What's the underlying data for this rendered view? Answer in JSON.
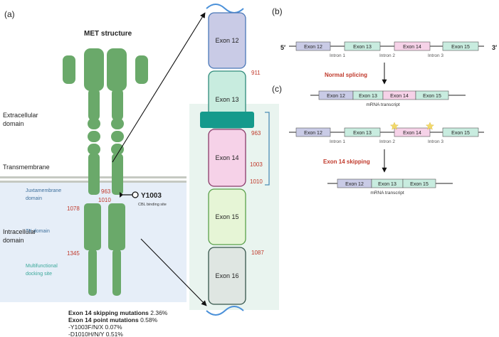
{
  "panels": {
    "a": "(a)",
    "b": "(b)",
    "c": "(c)"
  },
  "met": {
    "title": "MET structure",
    "regions": {
      "extracellular": [
        "Extracellular",
        "domain"
      ],
      "transmembrane": "Transmembrane",
      "intracellular": [
        "Intracellular",
        "domain"
      ]
    },
    "subdomains": {
      "juxtamembrane": [
        "Juxtamembrane",
        "domain"
      ],
      "tk": "TK domain",
      "docking": [
        "Multifunctional",
        "docking site"
      ]
    },
    "residues": {
      "r963": "963",
      "r1010": "1010",
      "r1078": "1078",
      "r1345": "1345"
    },
    "site": {
      "label": "Y1003",
      "caption": "CBL binding site"
    }
  },
  "exon_column": {
    "exons": [
      "Exon 12",
      "Exon 13",
      "Exon 14",
      "Exon 15",
      "Exon 16"
    ],
    "numbers": {
      "n911": "911",
      "n963": "963",
      "n1003": "1003",
      "n1010": "1010",
      "n1087": "1087"
    }
  },
  "mutations": {
    "line1_bold": "Exon 14 skipping mutations",
    "line1_value": " 2.36%",
    "line2_bold": "Exon 14 point mutations",
    "line2_value": " 0.58%",
    "line3": "-Y1003F/N/X 0.07%",
    "line4": "-D1010H/N/Y 0.51%"
  },
  "panel_b": {
    "prime5": "5′",
    "prime3": "3′",
    "exons": [
      "Exon 12",
      "Exon 13",
      "Exon 14",
      "Exon 15"
    ],
    "introns": [
      "Intron 1",
      "Intron 2",
      "Intron 3"
    ],
    "arrow_label": "Normal splicing",
    "mrna_exons": [
      "Exon 12",
      "Exon 13",
      "Exon 14",
      "Exon 15"
    ],
    "mrna_label": "mRNA transcript"
  },
  "panel_c": {
    "exons": [
      "Exon 12",
      "Exon 13",
      "Exon 14",
      "Exon 15"
    ],
    "introns": [
      "Intron 1",
      "Intron 2",
      "Intron 3"
    ],
    "arrow_label": "Exon 14 skipping",
    "mrna_exons": [
      "Exon 12",
      "Exon 13",
      "Exon 15"
    ],
    "mrna_label": "mRNA transcript"
  },
  "colors": {
    "protein": "#6aa96a",
    "exon12": "#c9cbe6",
    "exon13": "#c8ecdf",
    "exon14": "#f6d2e8",
    "exon15": "#e6f5d6",
    "exon16": "#dfe6e2",
    "accent_red": "#c0392b",
    "bracket": "#4d8db5",
    "teal": "#159a8c"
  }
}
